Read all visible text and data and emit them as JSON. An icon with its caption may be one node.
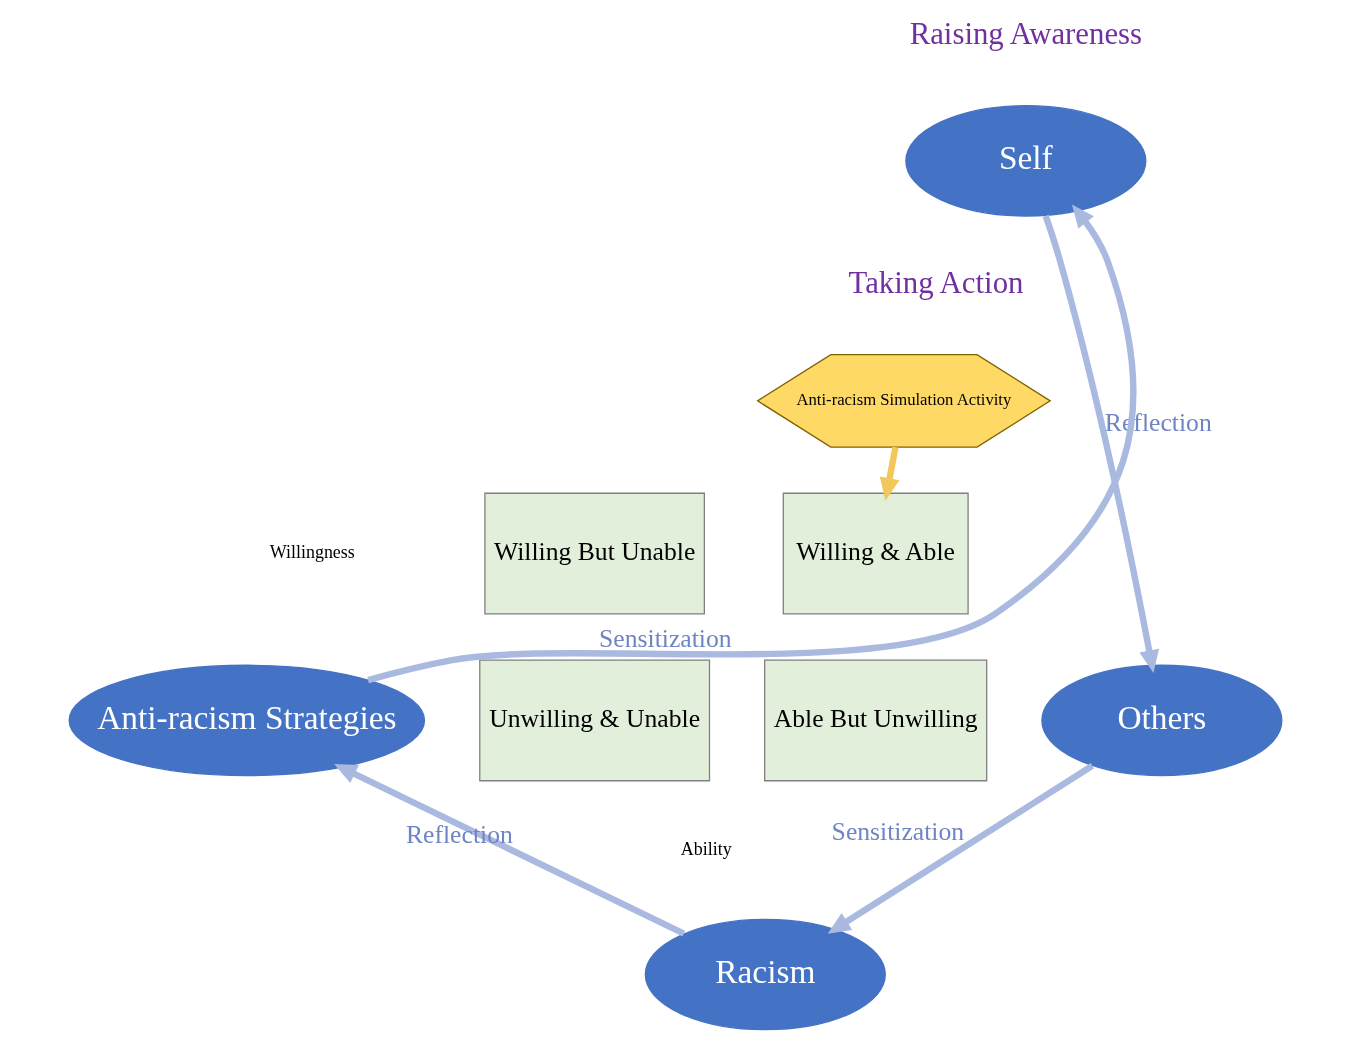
{
  "diagram": {
    "nodes": [
      {
        "text": [
          "Self"
        ]
      },
      {
        "text": [
          "Anti-racism Simulation Activity"
        ]
      },
      {
        "text": [
          "Willing But Unable"
        ]
      },
      {
        "text": [
          "Willing & Able"
        ]
      },
      {
        "text": [
          "Anti-racism Strategies"
        ]
      },
      {
        "text": [
          "Others"
        ]
      },
      {
        "text": [
          "Unwilling & Unable"
        ]
      },
      {
        "text": [
          "Able But Unwilling"
        ]
      },
      {
        "text": [
          "Racism"
        ]
      }
    ],
    "edges": [
      {
        "from": 0,
        "to": 5,
        "arrow": "to",
        "label": "Reflection"
      },
      {
        "from": 5,
        "to": 8,
        "arrow": "to",
        "label": "Sensitization"
      },
      {
        "from": 8,
        "to": 4,
        "arrow": "to",
        "label": "Reflection"
      },
      {
        "from": 4,
        "to": 0,
        "arrow": "to",
        "label": "Sensitization"
      },
      {
        "from": 1,
        "to": 3,
        "arrow": "to",
        "color": "#f2c75c"
      }
    ],
    "labels": [
      "Raising Awareness",
      "Taking Action",
      "Willingness",
      "Ability"
    ]
  }
}
